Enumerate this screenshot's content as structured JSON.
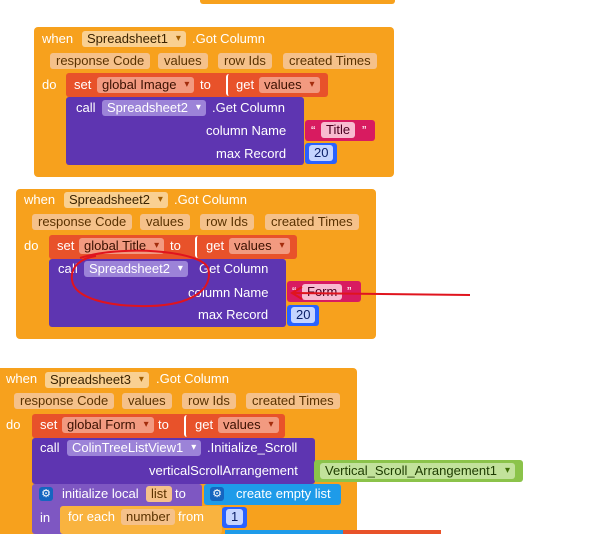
{
  "block1": {
    "when": "when",
    "component": "Spreadsheet1",
    "event": ".Got Column",
    "params": [
      "response Code",
      "values",
      "row Ids",
      "created Times"
    ],
    "do": "do",
    "set": "set",
    "setVar": "global Image",
    "to": "to",
    "get": "get",
    "getVar": "values",
    "call": "call",
    "callComponent": "Spreadsheet2",
    "method": ".Get Column",
    "arg1Label": "column Name",
    "arg1Value": "Title",
    "quoteOpen": "“",
    "quoteClose": "”",
    "arg2Label": "max Record",
    "arg2Value": "20"
  },
  "block2": {
    "when": "when",
    "component": "Spreadsheet2",
    "event": ".Got Column",
    "params": [
      "response Code",
      "values",
      "row Ids",
      "created Times"
    ],
    "do": "do",
    "set": "set",
    "setVar": "global Title",
    "to": "to",
    "get": "get",
    "getVar": "values",
    "callA": "ca",
    "callB": "ll",
    "callComponent": "Spreadsheet2",
    "method": "Get Column",
    "arg1LabelA": "co",
    "arg1LabelB": "lumn Name",
    "arg1Value": "Form",
    "quoteOpen": "“",
    "quoteClose": "”",
    "arg2Label": "max Record",
    "arg2Value": "20"
  },
  "block3": {
    "when": "when",
    "component": "Spreadsheet3",
    "event": ".Got Column",
    "params": [
      "response Code",
      "values",
      "row Ids",
      "created Times"
    ],
    "do": "do",
    "set": "set",
    "setVar": "global Form",
    "to": "to",
    "get": "get",
    "getVar": "values",
    "call": "call",
    "callComponent": "ColinTreeListView1",
    "method": ".Initialize_Scroll",
    "argLabel": "verticalScrollArrangement",
    "argValue": "Vertical_Scroll_Arrangement1",
    "initLocal": "initialize local",
    "localName": "list",
    "to2": "to",
    "createList": "create empty list",
    "inLabel": "in",
    "forEach": "for each",
    "loopVar": "number",
    "from": "from",
    "fromValue": "1"
  },
  "colors": {
    "event": "#f7a11d",
    "variable": "#e8522a",
    "method": "#5e35b1",
    "text": "#d81b60",
    "math": "#2962ff",
    "component": "#8bc34a",
    "list": "#1e9be9",
    "annotation": "#e0141e"
  }
}
